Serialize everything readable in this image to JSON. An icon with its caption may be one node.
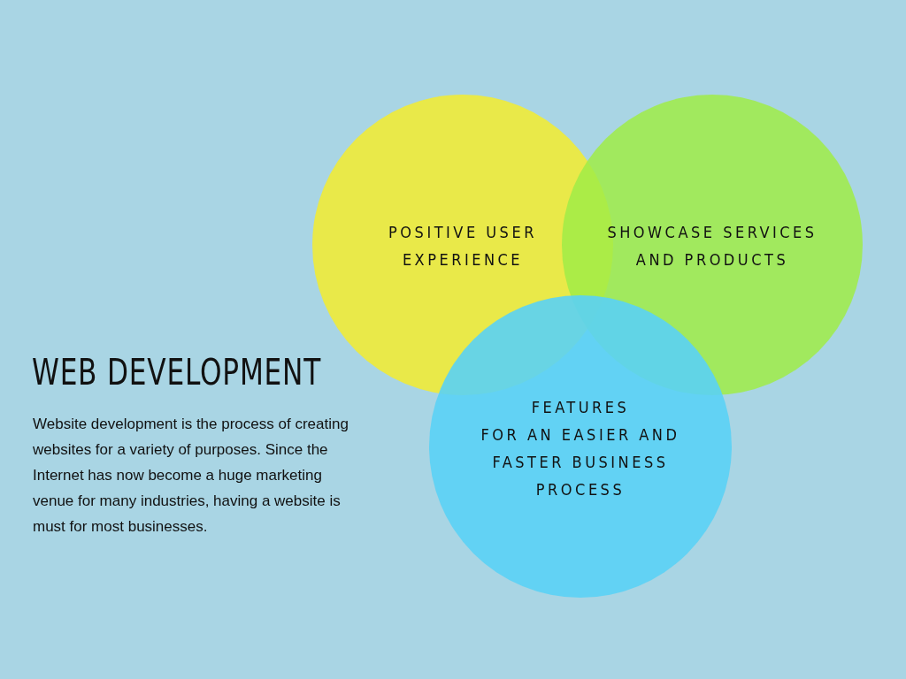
{
  "diagram": {
    "title": "WEB DEVELOPMENT",
    "nodes": [
      {
        "text": [
          "POSITIVE USER EXPERIENCE"
        ]
      },
      {
        "text": [
          "SHOWCASE SERVICES AND PRODUCTS"
        ]
      },
      {
        "text": [
          "FEATURES",
          "FOR AN EASIER AND FASTER BUSINESS PROCESS"
        ]
      }
    ],
    "labels": [
      "Website development is the process of creating websites for a variety of purposes. Since the Internet has now become a huge marketing venue for many industries, having a website is must for most businesses."
    ]
  }
}
